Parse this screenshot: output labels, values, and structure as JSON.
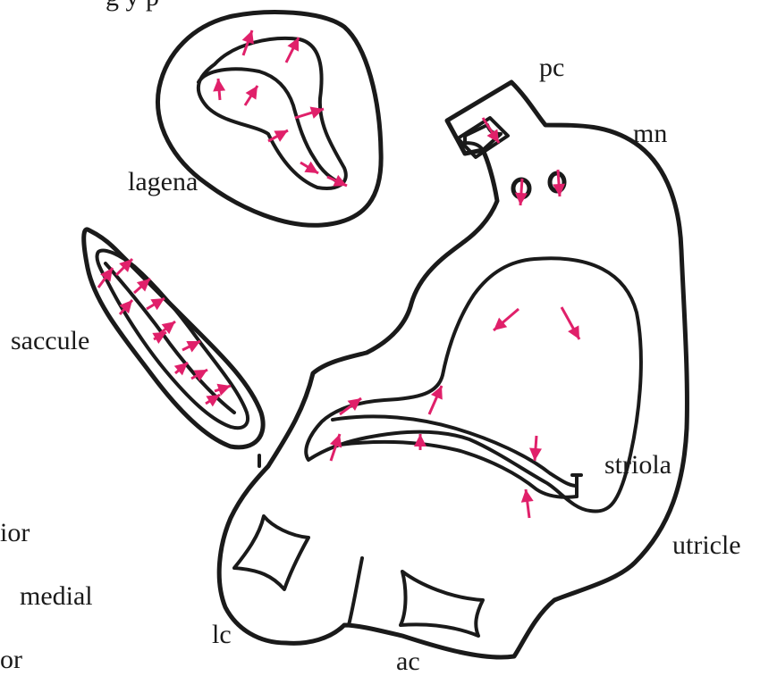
{
  "labels": {
    "top_cut": "g                    y p",
    "lagena": "lagena",
    "saccule": "saccule",
    "pc": "pc",
    "mn": "mn",
    "striola": "striola",
    "utricle": "utricle",
    "lc": "lc",
    "ac": "ac",
    "posterior_cut": "ior",
    "medial": "medial",
    "anterior_cut": "or"
  },
  "colors": {
    "outline": "#1a1a1a",
    "arrow": "#e0206a",
    "background": "#ffffff"
  }
}
